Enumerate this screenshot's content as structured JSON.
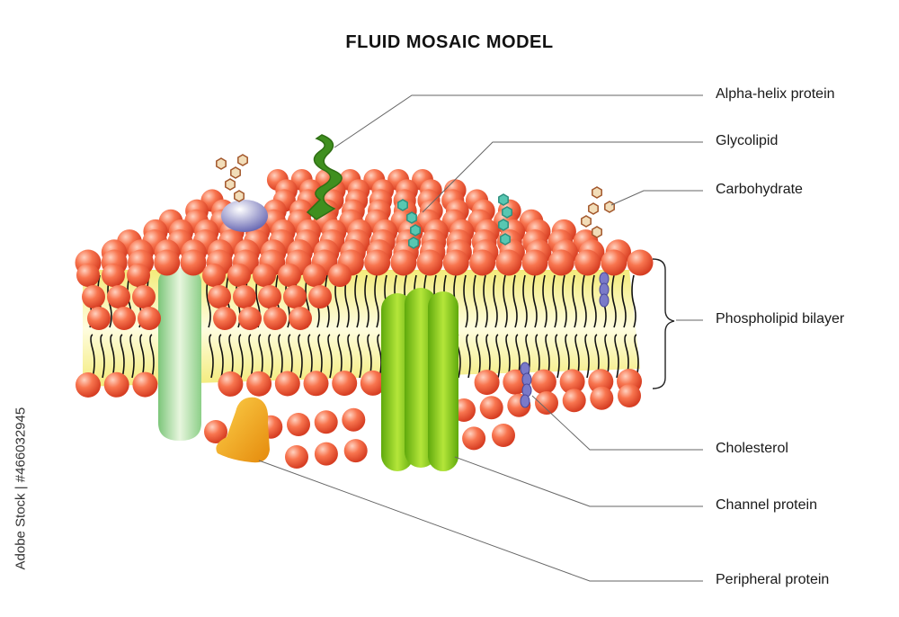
{
  "title": "FLUID MOSAIC MODEL",
  "labels": {
    "alpha_helix": "Alpha-helix protein",
    "glycolipid": "Glycolipid",
    "carbohydrate": "Carbohydrate",
    "bilayer": "Phospholipid bilayer",
    "cholesterol": "Cholesterol",
    "channel": "Channel protein",
    "peripheral": "Peripheral protein"
  },
  "stock_id": "Adobe Stock | #466032945",
  "colors": {
    "head_light": "#ffb39a",
    "head_dark": "#e8452c",
    "core": "#fff8b8",
    "tail": "#111111",
    "channel": "#7cc61d",
    "alpha_helix": "#3f8f1f",
    "peripheral": "#f2a516",
    "glycoprotein": "#7f7fc0",
    "carb_hex": "#a2562a",
    "glyco_hex": "#4cb9a4",
    "cholesterol": "#6a6ab8",
    "pointer": "#555555"
  }
}
